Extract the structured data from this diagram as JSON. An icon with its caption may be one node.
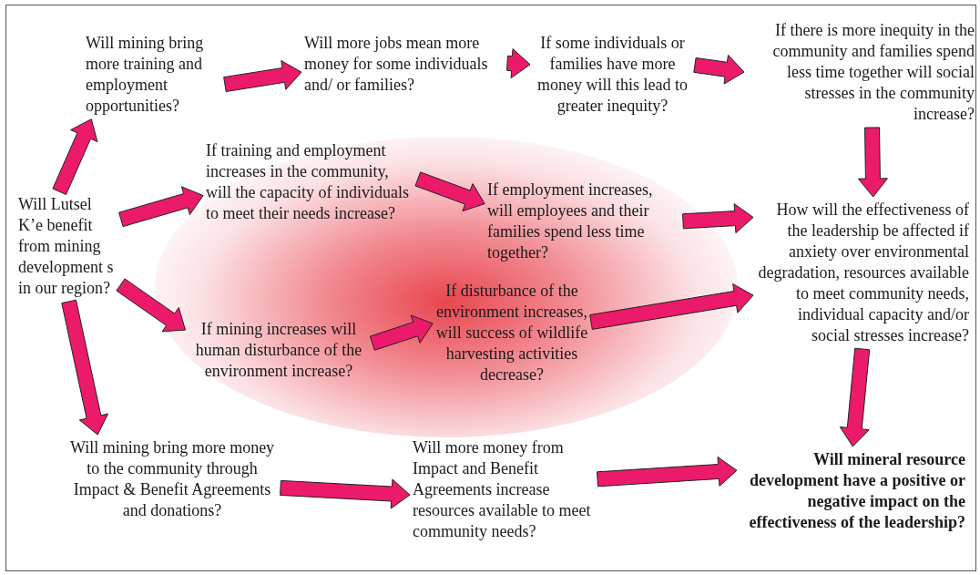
{
  "diagram": {
    "nodes": [
      {
        "text": [
          "Will Lutsel K’e benefit from mining development s in our region?"
        ]
      },
      {
        "text": [
          "Will mining bring more training and employment opportunities?"
        ]
      },
      {
        "text": [
          "Will more jobs mean more money for some individuals and/ or families?"
        ]
      },
      {
        "text": [
          "If some individuals or families have more money will this lead to greater inequity?"
        ]
      },
      {
        "text": [
          "If there is more inequity in the community and families spend less time together will social stresses in the community increase?"
        ]
      },
      {
        "text": [
          "If training and employment increases in the community, will the capacity of individuals to meet their needs increase?"
        ]
      },
      {
        "text": [
          "If employment increases, will employees and their families spend less time together?"
        ]
      },
      {
        "text": [
          "How will the effectiveness of the leadership be affected if anxiety over environmental degradation, resources available to meet community needs, individual capacity and/or social stresses increase?"
        ]
      },
      {
        "text": [
          "If mining increases will human disturbance of the environment increase?"
        ]
      },
      {
        "text": [
          "If disturbance of the environment increases, will success of wildlife harvesting activities decrease?"
        ]
      },
      {
        "text": [
          "Will mining bring more money to the community through Impact & Benefit Agreements and donations?"
        ]
      },
      {
        "text": [
          "Will more money from Impact and Benefit Agreements increase resources available to meet community needs?"
        ]
      },
      {
        "text": [
          "Will mineral resource development have a positive or negative impact on the effectiveness of the leadership?"
        ]
      }
    ],
    "edges": [
      {
        "from": 0,
        "to": 1,
        "arrow": "to"
      },
      {
        "from": 1,
        "to": 2,
        "arrow": "to"
      },
      {
        "from": 2,
        "to": 3,
        "arrow": "to"
      },
      {
        "from": 3,
        "to": 4,
        "arrow": "to"
      },
      {
        "from": 4,
        "to": 7,
        "arrow": "to"
      },
      {
        "from": 0,
        "to": 5,
        "arrow": "to"
      },
      {
        "from": 5,
        "to": 6,
        "arrow": "to"
      },
      {
        "from": 6,
        "to": 7,
        "arrow": "to"
      },
      {
        "from": 7,
        "to": 12,
        "arrow": "to"
      },
      {
        "from": 0,
        "to": 8,
        "arrow": "to"
      },
      {
        "from": 8,
        "to": 9,
        "arrow": "to"
      },
      {
        "from": 9,
        "to": 7,
        "arrow": "to"
      },
      {
        "from": 0,
        "to": 10,
        "arrow": "to"
      },
      {
        "from": 10,
        "to": 11,
        "arrow": "to"
      },
      {
        "from": 11,
        "to": 12,
        "arrow": "to"
      }
    ]
  }
}
